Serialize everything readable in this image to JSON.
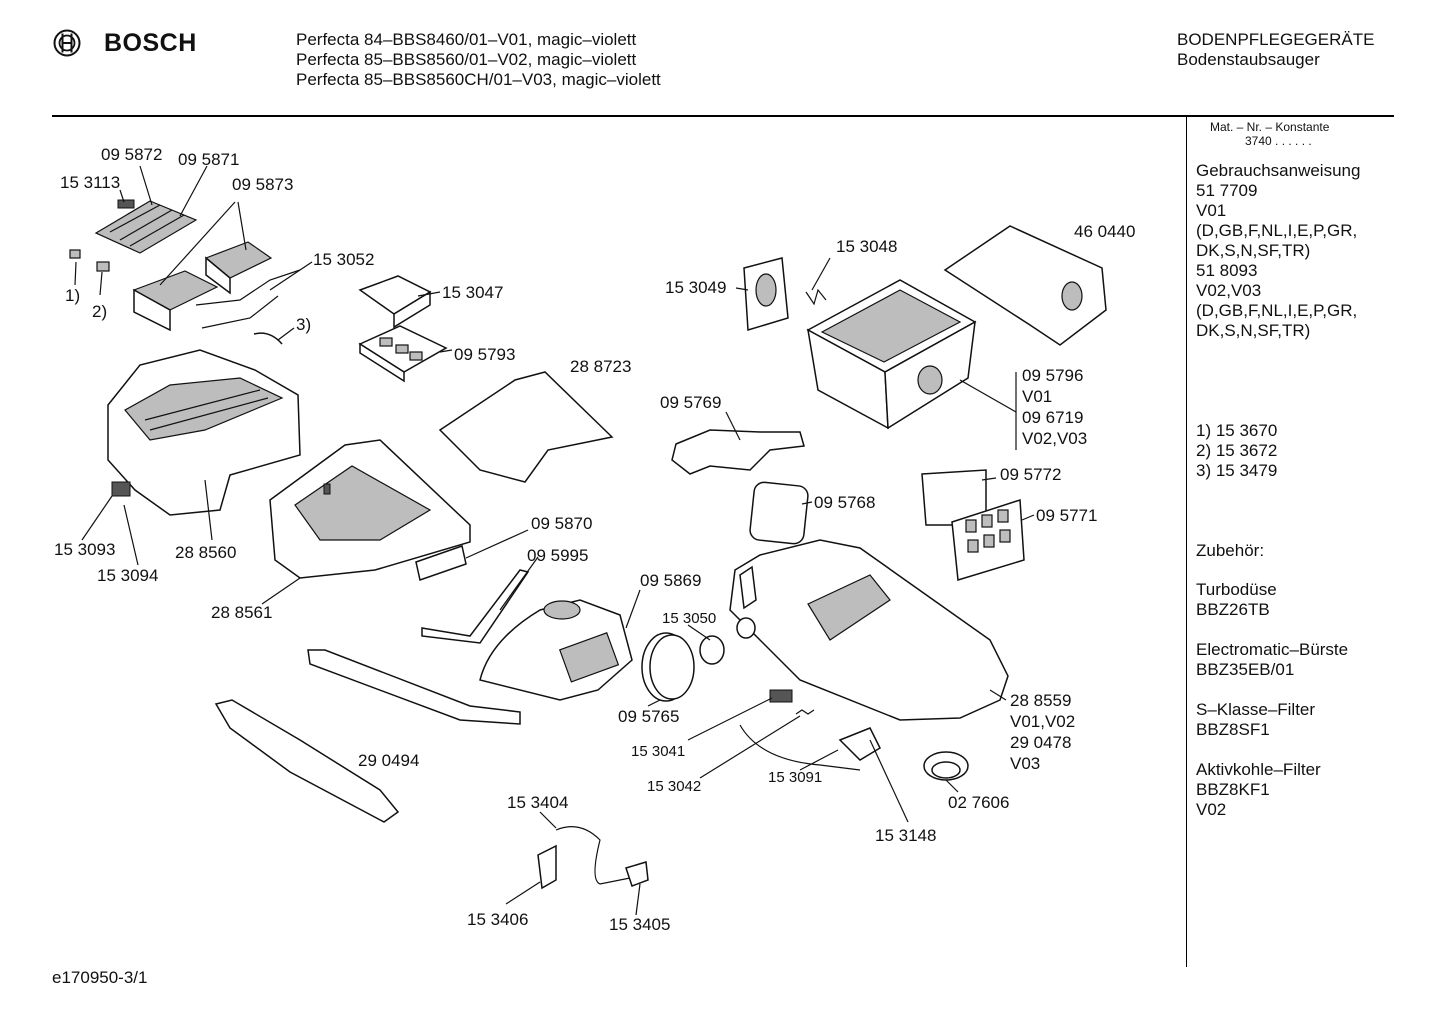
{
  "header": {
    "brand": "BOSCH",
    "models": [
      "Perfecta 84–BBS8460/01–V01, magic–violett",
      "Perfecta 85–BBS8560/01–V02, magic–violett",
      "Perfecta 85–BBS8560CH/01–V03, magic–violett"
    ],
    "category": [
      "BODENPFLEGEGERÄTE",
      "Bodenstaubsauger"
    ]
  },
  "sidebar": {
    "mat_nr_heading": "Mat. – Nr. – Konstante",
    "mat_nr_value": "3740 . . . . . .",
    "manual_block": [
      "Gebrauchsanweisung",
      "51 7709",
      "V01",
      "(D,GB,F,NL,I,E,P,GR,",
      "DK,S,N,SF,TR)",
      "51 8093",
      "V02,V03",
      "(D,GB,F,NL,I,E,P,GR,",
      "DK,S,N,SF,TR)"
    ],
    "footnotes": [
      "1) 15 3670",
      "2) 15 3672",
      "3) 15 3479"
    ],
    "accessories_heading": "Zubehör:",
    "accessories": [
      [
        "Turbodüse",
        "BBZ26TB"
      ],
      [
        "Electromatic–Bürste",
        "BBZ35EB/01"
      ],
      [
        "S–Klasse–Filter",
        "BBZ8SF1"
      ],
      [
        "Aktivkohle–Filter",
        "BBZ8KF1",
        "V02"
      ]
    ]
  },
  "part_labels": [
    {
      "id": "p095872",
      "text": "09 5872"
    },
    {
      "id": "p095871",
      "text": "09 5871"
    },
    {
      "id": "p153113",
      "text": "15 3113"
    },
    {
      "id": "p095873",
      "text": "09 5873"
    },
    {
      "id": "pn1",
      "text": "1)"
    },
    {
      "id": "pn2",
      "text": "2)"
    },
    {
      "id": "p153052",
      "text": "15 3052"
    },
    {
      "id": "p153047",
      "text": "15 3047"
    },
    {
      "id": "pn3",
      "text": "3)"
    },
    {
      "id": "p095793",
      "text": "09 5793"
    },
    {
      "id": "p288723",
      "text": "28 8723"
    },
    {
      "id": "p153048",
      "text": "15 3048"
    },
    {
      "id": "p460440",
      "text": "46 0440"
    },
    {
      "id": "p153049",
      "text": "15 3049"
    },
    {
      "id": "p095796",
      "text": "09 5796"
    },
    {
      "id": "pv01a",
      "text": "V01"
    },
    {
      "id": "p096719",
      "text": "09 6719"
    },
    {
      "id": "pv0203",
      "text": "V02,V03"
    },
    {
      "id": "p095769",
      "text": "09 5769"
    },
    {
      "id": "p095772",
      "text": "09 5772"
    },
    {
      "id": "p095768",
      "text": "09 5768"
    },
    {
      "id": "p095771",
      "text": "09 5771"
    },
    {
      "id": "p153093",
      "text": "15 3093"
    },
    {
      "id": "p288560",
      "text": "28 8560"
    },
    {
      "id": "p153094",
      "text": "15 3094"
    },
    {
      "id": "p095870",
      "text": "09 5870"
    },
    {
      "id": "p095995",
      "text": "09 5995"
    },
    {
      "id": "p288561",
      "text": "28 8561"
    },
    {
      "id": "p095869",
      "text": "09 5869"
    },
    {
      "id": "p153050",
      "text": "15 3050"
    },
    {
      "id": "p288559",
      "text": "28 8559"
    },
    {
      "id": "pv0102",
      "text": "V01,V02"
    },
    {
      "id": "p290478",
      "text": "29 0478"
    },
    {
      "id": "pv03",
      "text": "V03"
    },
    {
      "id": "p095765",
      "text": "09 5765"
    },
    {
      "id": "p153041",
      "text": "15 3041"
    },
    {
      "id": "p290494",
      "text": "29 0494"
    },
    {
      "id": "p153042",
      "text": "15 3042"
    },
    {
      "id": "p153091",
      "text": "15 3091"
    },
    {
      "id": "p027606",
      "text": "02 7606"
    },
    {
      "id": "p153404",
      "text": "15 3404"
    },
    {
      "id": "p153148",
      "text": "15 3148"
    },
    {
      "id": "p153406",
      "text": "15 3406"
    },
    {
      "id": "p153405",
      "text": "15 3405"
    }
  ],
  "footer": {
    "drawing_code": "e170950-3/1"
  }
}
